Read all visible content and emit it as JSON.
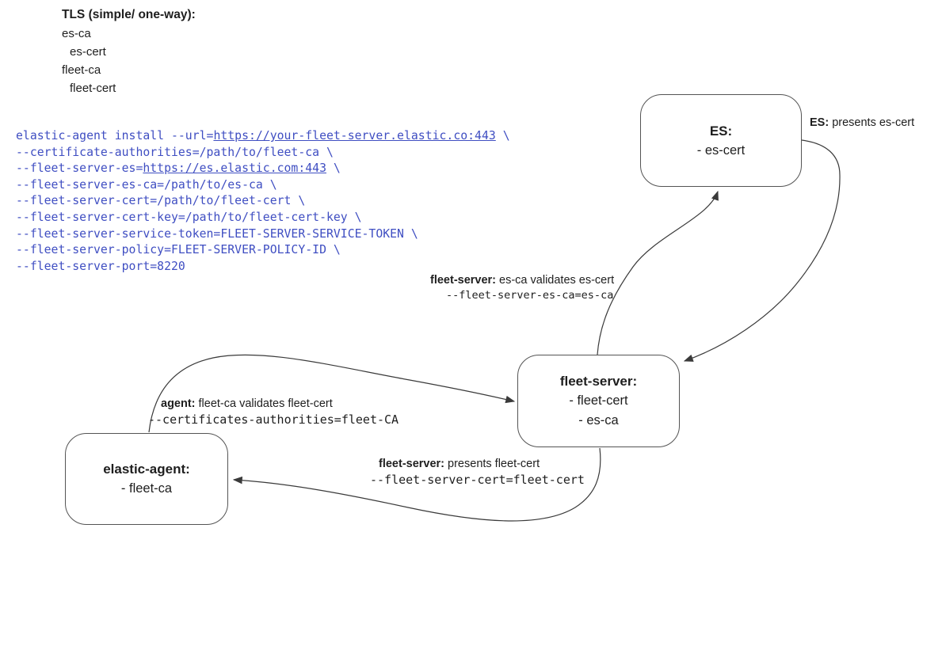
{
  "legend": {
    "heading": "TLS (simple/ one-way):",
    "items": [
      {
        "label": "es-ca"
      },
      {
        "label": "es-cert"
      },
      {
        "label": "fleet-ca"
      },
      {
        "label": "fleet-cert"
      }
    ]
  },
  "command": {
    "lines": [
      {
        "pre": "elastic-agent install --url=",
        "link": "https://your-fleet-server.elastic.co:443",
        "post": " \\"
      },
      {
        "pre": "--certificate-authorities=/path/to/fleet-ca \\"
      },
      {
        "pre": "--fleet-server-es=",
        "link": "https://es.elastic.com:443",
        "post": " \\"
      },
      {
        "pre": "--fleet-server-es-ca=/path/to/es-ca \\"
      },
      {
        "pre": "--fleet-server-cert=/path/to/fleet-cert \\"
      },
      {
        "pre": "--fleet-server-cert-key=/path/to/fleet-cert-key \\"
      },
      {
        "pre": "--fleet-server-service-token=FLEET-SERVER-SERVICE-TOKEN \\"
      },
      {
        "pre": "--fleet-server-policy=FLEET-SERVER-POLICY-ID \\"
      },
      {
        "pre": "--fleet-server-port=8220"
      }
    ]
  },
  "nodes": {
    "es": {
      "title": "ES:",
      "line1": "- es-cert"
    },
    "fleet_server": {
      "title": "fleet-server:",
      "line1": "- fleet-cert",
      "line2": "- es-ca"
    },
    "elastic_agent": {
      "title": "elastic-agent:",
      "line1": "- fleet-ca"
    }
  },
  "edge_labels": {
    "es_presents": {
      "bold": "ES:",
      "rest": " presents es-cert"
    },
    "fleet_validates": {
      "bold": "fleet-server:",
      "rest": " es-ca validates es-cert",
      "code": "--fleet-server-es-ca=es-ca"
    },
    "agent_validates": {
      "bold": "agent:",
      "rest": " fleet-ca validates fleet-cert",
      "code": "--certificates-authorities=fleet-CA"
    },
    "fleet_presents": {
      "bold": "fleet-server:",
      "rest": " presents fleet-cert",
      "code": "--fleet-server-cert=fleet-cert"
    }
  },
  "colors": {
    "code_blue": "#3f4ec2",
    "text": "#1e1e1e",
    "edge_line": "#3a3a3a",
    "node_border": "#545454",
    "background": "#ffffff"
  }
}
